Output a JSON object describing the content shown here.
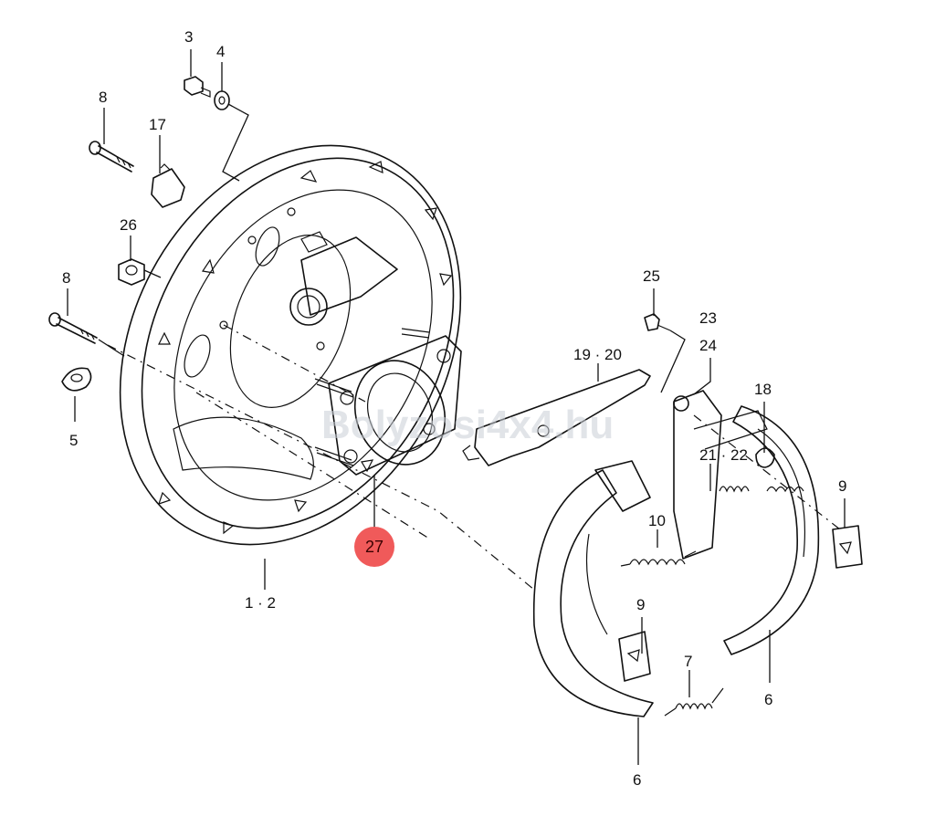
{
  "diagram": {
    "watermark": "Bolyzosi4x4.hu",
    "highlight_color": "#f05a5a",
    "parts": [
      {
        "id": "p1",
        "label": "1 · 2"
      },
      {
        "id": "p3",
        "label": "3"
      },
      {
        "id": "p4",
        "label": "4"
      },
      {
        "id": "p5",
        "label": "5"
      },
      {
        "id": "p6a",
        "label": "6"
      },
      {
        "id": "p6b",
        "label": "6"
      },
      {
        "id": "p7",
        "label": "7"
      },
      {
        "id": "p8a",
        "label": "8"
      },
      {
        "id": "p8b",
        "label": "8"
      },
      {
        "id": "p9a",
        "label": "9"
      },
      {
        "id": "p9b",
        "label": "9"
      },
      {
        "id": "p10",
        "label": "10"
      },
      {
        "id": "p17",
        "label": "17"
      },
      {
        "id": "p18",
        "label": "18"
      },
      {
        "id": "p1920",
        "label": "19 · 20"
      },
      {
        "id": "p2122",
        "label": "21 · 22"
      },
      {
        "id": "p23",
        "label": "23"
      },
      {
        "id": "p24",
        "label": "24"
      },
      {
        "id": "p25",
        "label": "25"
      },
      {
        "id": "p26",
        "label": "26"
      },
      {
        "id": "p27",
        "label": "27",
        "highlighted": true
      }
    ]
  }
}
